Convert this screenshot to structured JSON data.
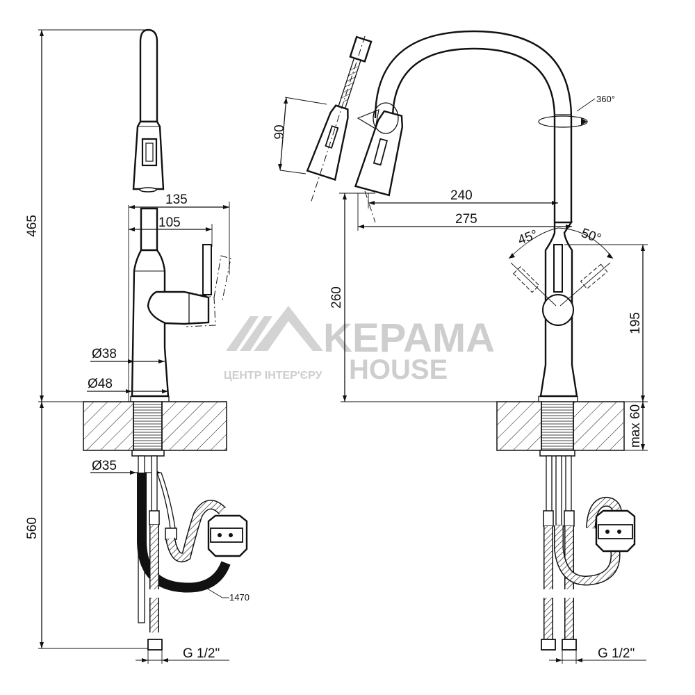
{
  "dimensions": {
    "height_total": "465",
    "below_counter": "560",
    "reach_side": "135",
    "handle_reach": "105",
    "body_diameter": "Ø38",
    "base_diameter": "Ø48",
    "shank_diameter": "Ø35",
    "hose_length": "1470",
    "thread_left": "G 1/2\"",
    "thread_right": "G 1/2\"",
    "spray_length": "90",
    "rotation": "360°",
    "spout_reach": "240",
    "total_reach": "275",
    "angle_left": "45°",
    "angle_right": "50°",
    "spout_height": "260",
    "handle_height": "195",
    "max_counter": "max 60"
  },
  "watermark": {
    "brand": "KEPAMA",
    "brand2": "HOUSE",
    "tagline": "ЦЕНТР ІНТЕР'ЄРУ"
  }
}
